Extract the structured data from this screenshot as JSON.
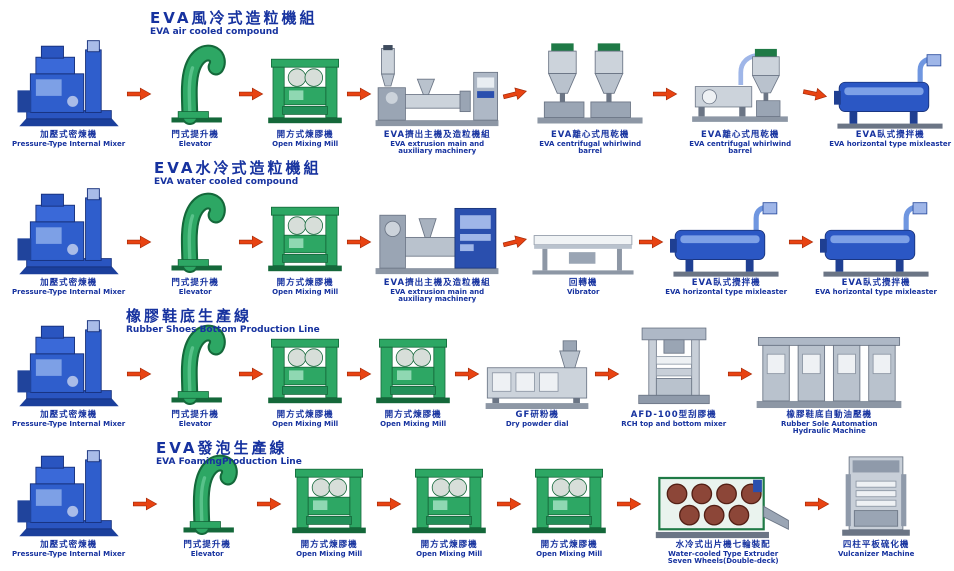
{
  "colors": {
    "label_blue": "#16329f",
    "arrow_red": "#e84312",
    "machine_blue": "#2f5ecc",
    "machine_green": "#2da764",
    "machine_gray": "#b9c2cd"
  },
  "icons": {
    "flow_arrow": "right-arrow"
  },
  "rows": [
    {
      "title_zh": "EVA風冷式造粒機組",
      "title_en": "EVA air cooled compound",
      "machines": [
        {
          "zh": "加壓式密煉機",
          "en": "Pressure-Type Internal Mixer"
        },
        {
          "zh": "門式提升機",
          "en": "Elevator"
        },
        {
          "zh": "開方式煉膠機",
          "en": "Open Mixing Mill"
        },
        {
          "zh": "EVA擠出主機及造粒機組",
          "en": "EVA extrusion main and auxiliary machinery"
        },
        {
          "zh": "EVA離心式甩乾機",
          "en": "EVA centrifugal whirlwind barrel"
        },
        {
          "zh": "EVA離心式甩乾機",
          "en": "EVA centrifugal whirlwind barrel"
        },
        {
          "zh": "EVA臥式攪拌機",
          "en": "EVA horizontal type mixleaster"
        }
      ]
    },
    {
      "title_zh": "EVA水冷式造粒機組",
      "title_en": "EVA water cooled compound",
      "machines": [
        {
          "zh": "加壓式密煉機",
          "en": "Pressure-Type Internal Mixer"
        },
        {
          "zh": "門式提升機",
          "en": "Elevator"
        },
        {
          "zh": "開方式煉膠機",
          "en": "Open Mixing Mill"
        },
        {
          "zh": "EVA擠出主機及造粒機組",
          "en": "EVA extrusion main and auxiliary machinery"
        },
        {
          "zh": "回轉機",
          "en": "Vibrator"
        },
        {
          "zh": "EVA臥式攪拌機",
          "en": "EVA horizontal type mixleaster"
        },
        {
          "zh": "EVA臥式攪拌機",
          "en": "EVA horizontal type mixleaster"
        }
      ]
    },
    {
      "title_zh": "橡膠鞋底生產線",
      "title_en": "Rubber Shoes Bottom Production Line",
      "machines": [
        {
          "zh": "加壓式密煉機",
          "en": "Pressure-Type Internal Mixer"
        },
        {
          "zh": "門式提升機",
          "en": "Elevator"
        },
        {
          "zh": "開方式煉膠機",
          "en": "Open Mixing Mill"
        },
        {
          "zh": "開方式煉膠機",
          "en": "Open Mixing Mill"
        },
        {
          "zh": "GF研粉機",
          "en": "Dry powder dial"
        },
        {
          "zh": "AFD-100型刮膠機",
          "en": "RCH top and bottom mixer"
        },
        {
          "zh": "橡膠鞋底自動油壓機",
          "en": "Rubber Sole Automation Hydraulic Machine"
        }
      ]
    },
    {
      "title_zh": "EVA發泡生產線",
      "title_en": "EVA FoamingProduction Line",
      "machines": [
        {
          "zh": "加壓式密煉機",
          "en": "Pressure-Type Internal Mixer"
        },
        {
          "zh": "門式提升機",
          "en": "Elevator"
        },
        {
          "zh": "開方式煉膠機",
          "en": "Open Mixing Mill"
        },
        {
          "zh": "開方式煉膠機",
          "en": "Open Mixing Mill"
        },
        {
          "zh": "開方式煉膠機",
          "en": "Open Mixing Mill"
        },
        {
          "zh": "水冷式出片機七輪裝配",
          "en": "Water-cooled Type Extruder Seven Wheels(Double-deck)"
        },
        {
          "zh": "四柱平板硫化機",
          "en": "Vulcanizer Machine"
        }
      ]
    }
  ]
}
